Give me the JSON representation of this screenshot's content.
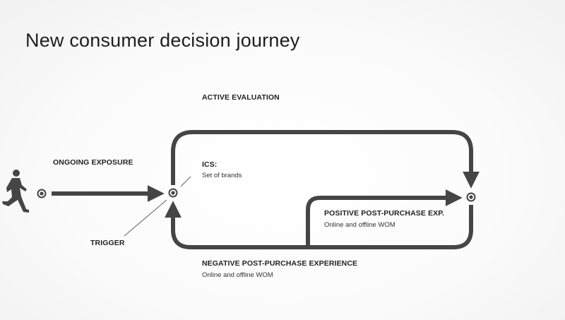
{
  "slide": {
    "title": "New consumer decision journey"
  },
  "diagram": {
    "colors": {
      "stroke": "#454545",
      "text": "#222222"
    },
    "actor_icon": "running-person-icon",
    "labels": {
      "active_evaluation": "ACTIVE EVALUATION",
      "ongoing_exposure": "ONGOING EXPOSURE",
      "ics_title": "ICS:",
      "ics_sub": "Set of brands",
      "trigger": "TRIGGER",
      "positive_title": "POSITIVE POST-PURCHASE EXP.",
      "positive_sub": "Online and offline WOM",
      "negative_title": "NEGATIVE POST-PURCHASE EXPERIENCE",
      "negative_sub": "Online and offline WOM"
    },
    "nodes": [
      "start",
      "ics",
      "purchase"
    ],
    "edges": [
      {
        "from": "start",
        "to": "ics",
        "label": "ONGOING EXPOSURE"
      },
      {
        "from": "ics",
        "to": "purchase",
        "label": "ACTIVE EVALUATION"
      },
      {
        "from": "purchase",
        "to": "ics",
        "label": "NEGATIVE POST-PURCHASE EXPERIENCE"
      },
      {
        "from": "loop-branch",
        "to": "purchase",
        "label": "POSITIVE POST-PURCHASE EXP."
      }
    ]
  }
}
